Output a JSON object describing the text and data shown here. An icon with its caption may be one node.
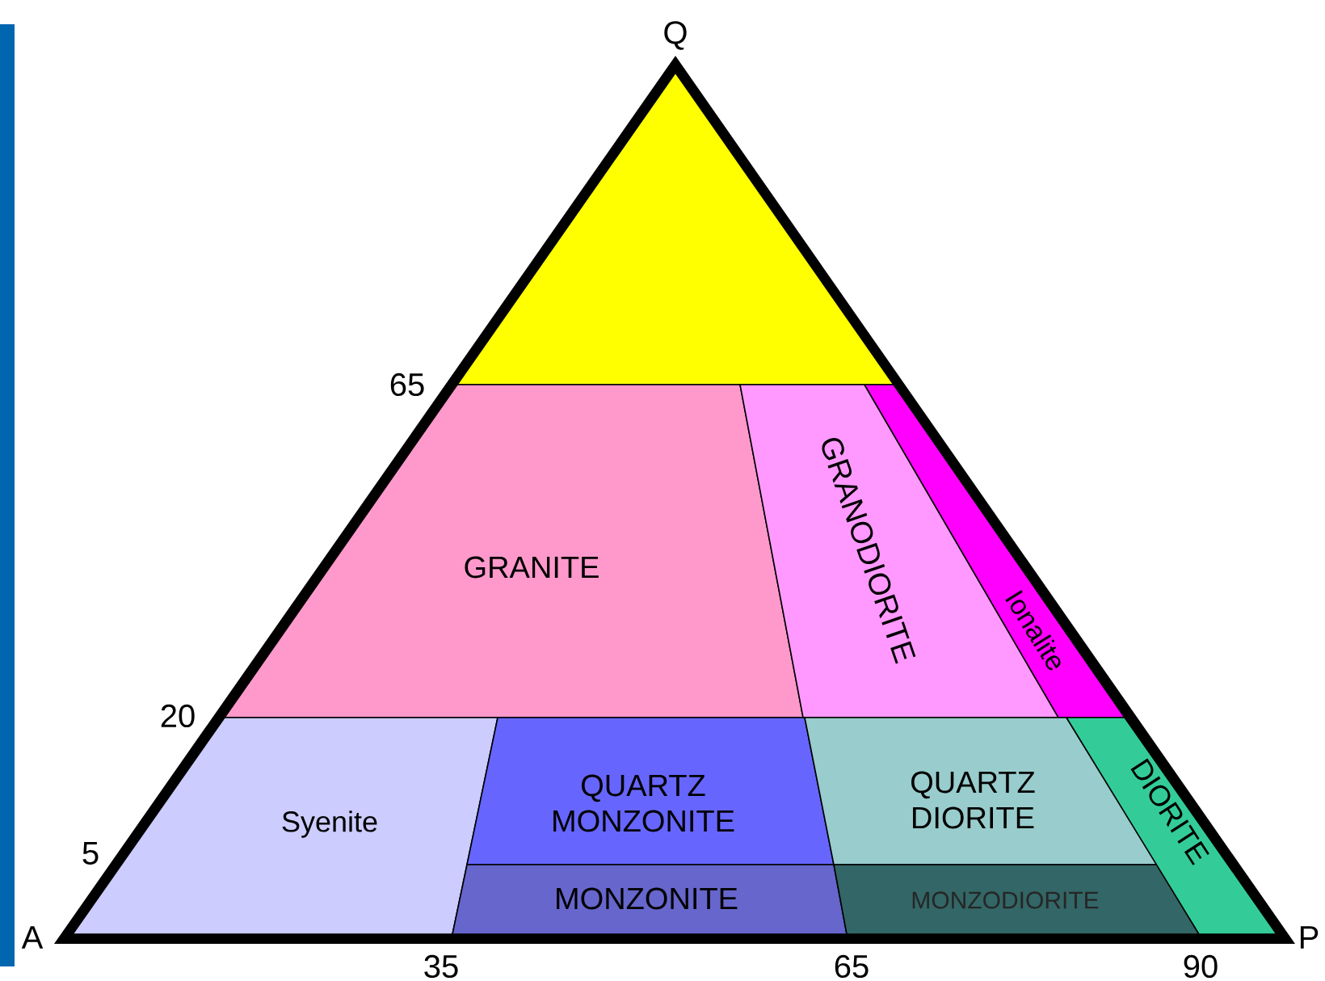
{
  "diagram": {
    "nodes": [
      {
        "text": [],
        "shape": "triangle",
        "beside": [
          "Q"
        ]
      },
      {
        "text": [
          "GRANITE"
        ]
      },
      {
        "text": [
          "GRANODIORITE"
        ]
      },
      {
        "text": [
          "Ionalite"
        ]
      },
      {
        "text": [
          "Syenite"
        ]
      },
      {
        "text": [
          "QUARTZ MONZONITE"
        ]
      },
      {
        "text": [
          "MONZONITE"
        ]
      },
      {
        "text": [
          "QUARTZ DIORITE"
        ]
      },
      {
        "text": [
          "MONZODIORITE"
        ]
      },
      {
        "text": [
          "DIORITE"
        ]
      }
    ],
    "labels": [
      "65",
      "20",
      "5",
      "A",
      "35",
      "65",
      "90",
      "P"
    ]
  }
}
